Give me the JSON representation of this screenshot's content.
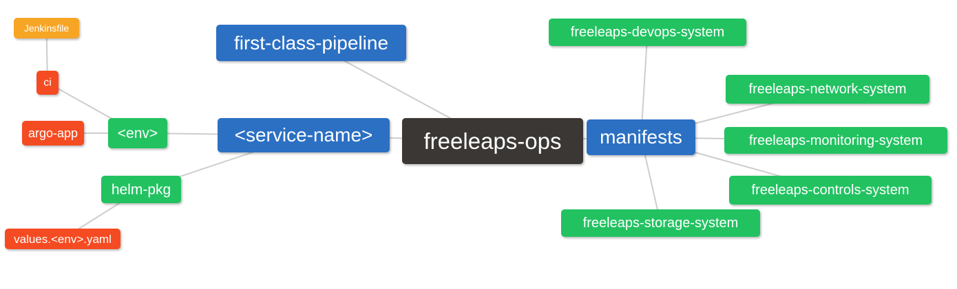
{
  "diagram": {
    "type": "mindmap",
    "root": "freeleaps-ops"
  },
  "palette": {
    "blue": "#2b70c3",
    "green": "#22c261",
    "red": "#f54b22",
    "orange": "#f6a525",
    "dark": "#3b3734",
    "edge_line": "#cdcdcd",
    "node_text": "#ffffff",
    "background": "#ffffff"
  },
  "nodes": {
    "freeleaps_ops": {
      "label": "freeleaps-ops",
      "color": "dark"
    },
    "first_class_pipeline": {
      "label": "first-class-pipeline",
      "color": "blue"
    },
    "service_name": {
      "label": "<service-name>",
      "color": "blue"
    },
    "manifests": {
      "label": "manifests",
      "color": "blue"
    },
    "env": {
      "label": "<env>",
      "color": "green"
    },
    "helm_pkg": {
      "label": "helm-pkg",
      "color": "green"
    },
    "ci": {
      "label": "ci",
      "color": "red"
    },
    "argo_app": {
      "label": "argo-app",
      "color": "red"
    },
    "jenkinsfile": {
      "label": "Jenkinsfile",
      "color": "orange"
    },
    "values_env_yaml": {
      "label": "values.<env>.yaml",
      "color": "red"
    },
    "devops_system": {
      "label": "freeleaps-devops-system",
      "color": "green"
    },
    "network_system": {
      "label": "freeleaps-network-system",
      "color": "green"
    },
    "monitoring_system": {
      "label": "freeleaps-monitoring-system",
      "color": "green"
    },
    "controls_system": {
      "label": "freeleaps-controls-system",
      "color": "green"
    },
    "storage_system": {
      "label": "freeleaps-storage-system",
      "color": "green"
    }
  },
  "edges": [
    {
      "from": "jenkinsfile",
      "to": "ci"
    },
    {
      "from": "ci",
      "to": "env"
    },
    {
      "from": "argo_app",
      "to": "env"
    },
    {
      "from": "env",
      "to": "service_name"
    },
    {
      "from": "helm_pkg",
      "to": "service_name"
    },
    {
      "from": "values_env_yaml",
      "to": "helm_pkg"
    },
    {
      "from": "first_class_pipeline",
      "to": "freeleaps_ops"
    },
    {
      "from": "service_name",
      "to": "freeleaps_ops"
    },
    {
      "from": "freeleaps_ops",
      "to": "manifests"
    },
    {
      "from": "manifests",
      "to": "devops_system"
    },
    {
      "from": "manifests",
      "to": "network_system"
    },
    {
      "from": "manifests",
      "to": "monitoring_system"
    },
    {
      "from": "manifests",
      "to": "controls_system"
    },
    {
      "from": "manifests",
      "to": "storage_system"
    }
  ]
}
